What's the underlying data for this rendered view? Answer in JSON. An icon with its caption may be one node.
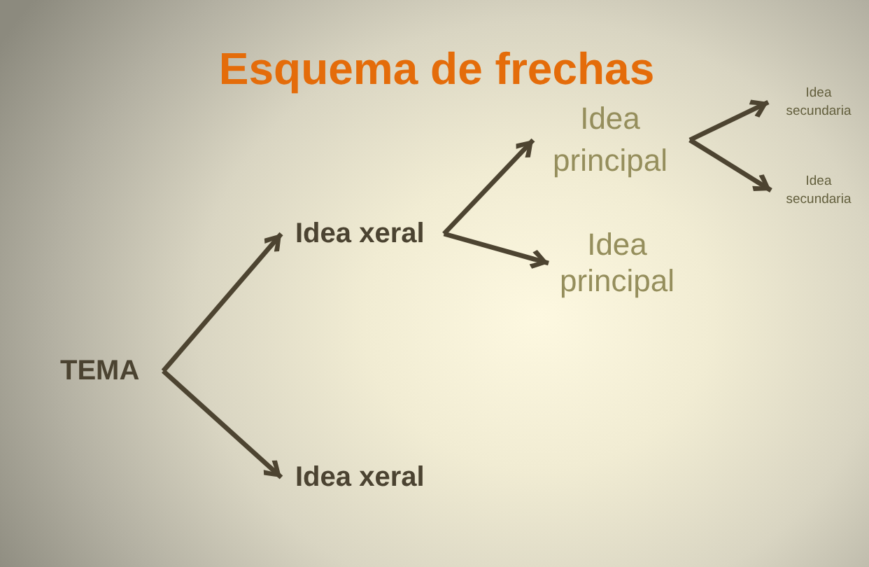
{
  "diagram": {
    "title": "Esquema de frechas",
    "nodes": [
      {
        "text": [
          "TEMA"
        ]
      },
      {
        "text": [
          "Idea xeral"
        ]
      },
      {
        "text": [
          "Idea xeral"
        ]
      },
      {
        "text": [
          "Idea principal"
        ]
      },
      {
        "text": [
          "Idea principal"
        ]
      },
      {
        "text": [
          "Idea secundaria"
        ]
      },
      {
        "text": [
          "Idea secundaria"
        ]
      }
    ],
    "edges": [
      {
        "from": 0,
        "to": 1,
        "arrow": "to"
      },
      {
        "from": 0,
        "to": 2,
        "arrow": "to"
      },
      {
        "from": 1,
        "to": 3,
        "arrow": "to"
      },
      {
        "from": 1,
        "to": 4,
        "arrow": "to"
      },
      {
        "from": 3,
        "to": 5,
        "arrow": "to"
      },
      {
        "from": 3,
        "to": 6,
        "arrow": "to"
      }
    ]
  }
}
